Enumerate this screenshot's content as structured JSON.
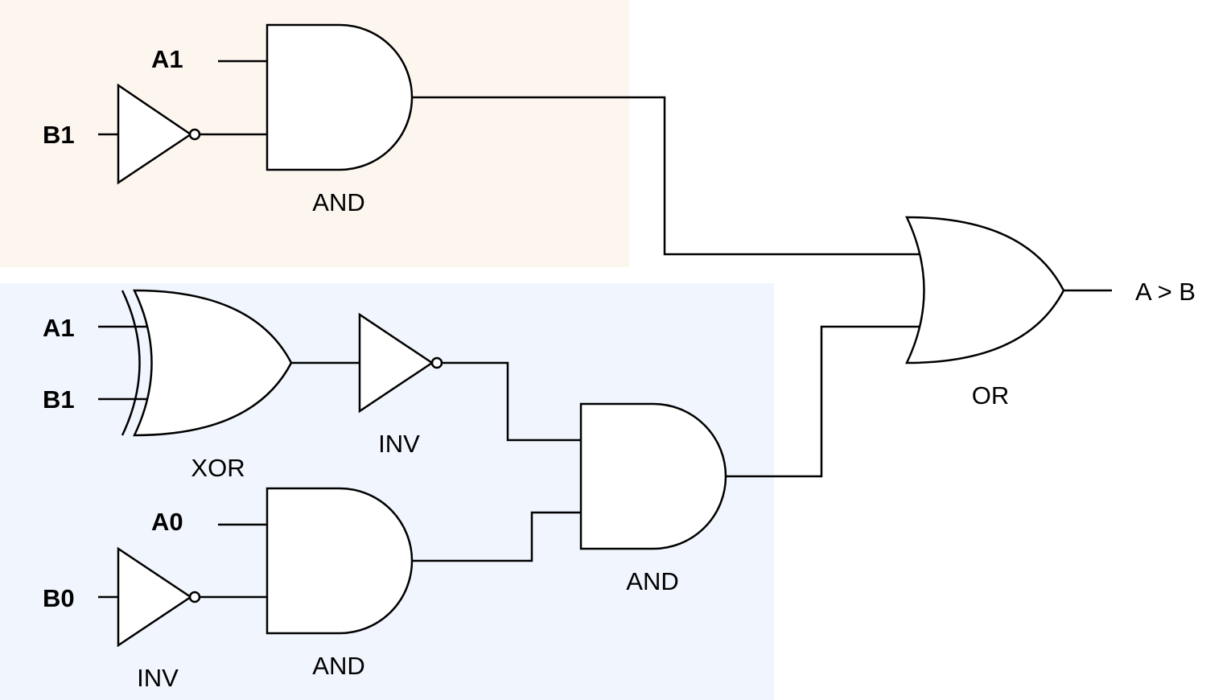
{
  "colors": {
    "region_top": "#fdf6ef",
    "region_bottom": "#f1f5fd",
    "stroke": "#000000",
    "gate_fill": "#ffffff"
  },
  "inputs": {
    "top_a1": "A1",
    "top_b1": "B1",
    "xor_a1": "A1",
    "xor_b1": "B1",
    "and_a0": "A0",
    "and_b0": "B0"
  },
  "gates": {
    "top_and": "AND",
    "xor": "XOR",
    "inv_mid": "INV",
    "and_mid": "AND",
    "and_bottom": "AND",
    "inv_bottom": "INV",
    "or": "OR"
  },
  "output": {
    "label": "A > B"
  }
}
